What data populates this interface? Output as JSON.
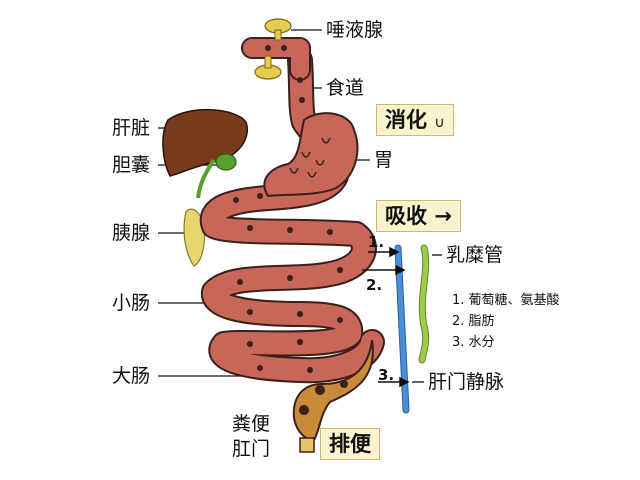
{
  "labels": {
    "salivary_gland": "唾液腺",
    "esophagus": "食道",
    "liver": "肝脏",
    "gallbladder": "胆囊",
    "stomach": "胃",
    "pancreas": "胰腺",
    "small_intestine": "小肠",
    "large_intestine": "大肠",
    "feces": "粪便",
    "anus": "肛门",
    "lacteal": "乳糜管",
    "hepatic_portal_vein": "肝门静脉"
  },
  "process_boxes": {
    "digestion": "消化",
    "digestion_icon": "∪",
    "absorption": "吸收",
    "absorption_arrow": "→",
    "excretion": "排便"
  },
  "absorption_markers": [
    "1.",
    "2.",
    "3."
  ],
  "absorbed_list": [
    "1. 葡萄糖、氨基酸",
    "2. 脂肪",
    "3. 水分"
  ],
  "colors": {
    "tract": "#c8665a",
    "tract_outline": "#3a1f1a",
    "liver": "#7a3a1c",
    "gallbladder": "#5aa02c",
    "pancreas": "#e6d56c",
    "lacteal": "#9ccc4a",
    "portal_vein": "#4a8fd6",
    "colon_end": "#c98a3a",
    "box_fill": "#fbf3cf"
  }
}
